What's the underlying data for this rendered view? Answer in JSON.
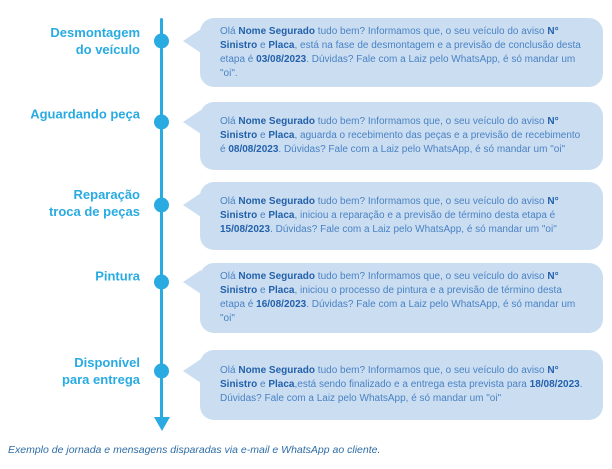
{
  "colors": {
    "accent": "#29ABE2",
    "bubble_bg": "#CBDEF1",
    "text_regular": "#4A82C4",
    "text_bold": "#2361AC",
    "caption": "#2E6DA6"
  },
  "caption": {
    "text": "Exemplo de jornada e mensagens disparadas via e-mail e WhatsApp ao cliente."
  },
  "stages": [
    {
      "label": "Desmontagem\ndo veículo",
      "message_segments": [
        {
          "bold": false,
          "text": "Olá "
        },
        {
          "bold": true,
          "text": "Nome Segurado"
        },
        {
          "bold": false,
          "text": " tudo bem? Informamos que, o seu veículo do aviso "
        },
        {
          "bold": true,
          "text": "N° Sinistro"
        },
        {
          "bold": false,
          "text": " e "
        },
        {
          "bold": true,
          "text": "Placa"
        },
        {
          "bold": false,
          "text": ", está na fase de desmontagem e a previsão de conclusão desta etapa é "
        },
        {
          "bold": true,
          "text": "03/08/2023"
        },
        {
          "bold": false,
          "text": ". Dúvidas? Fale com a Laiz pelo WhatsApp, é só mandar um \"oi\"."
        }
      ]
    },
    {
      "label": "Aguardando peça",
      "message_segments": [
        {
          "bold": false,
          "text": "Olá "
        },
        {
          "bold": true,
          "text": "Nome Segurado"
        },
        {
          "bold": false,
          "text": " tudo bem? Informamos que, o seu veículo do aviso "
        },
        {
          "bold": true,
          "text": "N° Sinistro"
        },
        {
          "bold": false,
          "text": " e "
        },
        {
          "bold": true,
          "text": "Placa"
        },
        {
          "bold": false,
          "text": ", aguarda o recebimento das peças e a previsão de recebimento é "
        },
        {
          "bold": true,
          "text": "08/08/2023"
        },
        {
          "bold": false,
          "text": ". Dúvidas? Fale com a Laiz pelo WhatsApp, é só mandar um \"oi\""
        }
      ]
    },
    {
      "label": "Reparação\ntroca de peças",
      "message_segments": [
        {
          "bold": false,
          "text": "Olá "
        },
        {
          "bold": true,
          "text": "Nome Segurado"
        },
        {
          "bold": false,
          "text": " tudo bem? Informamos que, o seu veículo do aviso "
        },
        {
          "bold": true,
          "text": "N° Sinistro"
        },
        {
          "bold": false,
          "text": " e "
        },
        {
          "bold": true,
          "text": "Placa"
        },
        {
          "bold": false,
          "text": ", iniciou a reparação e a previsão de término desta etapa é "
        },
        {
          "bold": true,
          "text": "15/08/2023"
        },
        {
          "bold": false,
          "text": ". Dúvidas? Fale com a Laiz pelo WhatsApp, é só mandar um \"oi\""
        }
      ]
    },
    {
      "label": "Pintura",
      "message_segments": [
        {
          "bold": false,
          "text": "Olá "
        },
        {
          "bold": true,
          "text": "Nome Segurado"
        },
        {
          "bold": false,
          "text": " tudo bem? Informamos que, o seu veículo do aviso "
        },
        {
          "bold": true,
          "text": "N° Sinistro"
        },
        {
          "bold": false,
          "text": " e "
        },
        {
          "bold": true,
          "text": "Placa"
        },
        {
          "bold": false,
          "text": ", iniciou o processo de pintura e a previsão de término desta etapa é "
        },
        {
          "bold": true,
          "text": "16/08/2023"
        },
        {
          "bold": false,
          "text": ". Dúvidas? Fale com a Laiz pelo WhatsApp, é só mandar um \"oi\""
        }
      ]
    },
    {
      "label": "Disponível\npara entrega",
      "message_segments": [
        {
          "bold": false,
          "text": "Olá "
        },
        {
          "bold": true,
          "text": "Nome Segurado"
        },
        {
          "bold": false,
          "text": " tudo bem? Informamos que, o seu veículo do aviso "
        },
        {
          "bold": true,
          "text": "N° Sinistro"
        },
        {
          "bold": false,
          "text": " e "
        },
        {
          "bold": true,
          "text": "Placa"
        },
        {
          "bold": false,
          "text": ",está sendo finalizado e a entrega esta prevista para "
        },
        {
          "bold": true,
          "text": "18/08/2023"
        },
        {
          "bold": false,
          "text": ". Dúvidas? Fale com a Laiz pelo WhatsApp, é só mandar um \"oi\""
        }
      ]
    }
  ]
}
